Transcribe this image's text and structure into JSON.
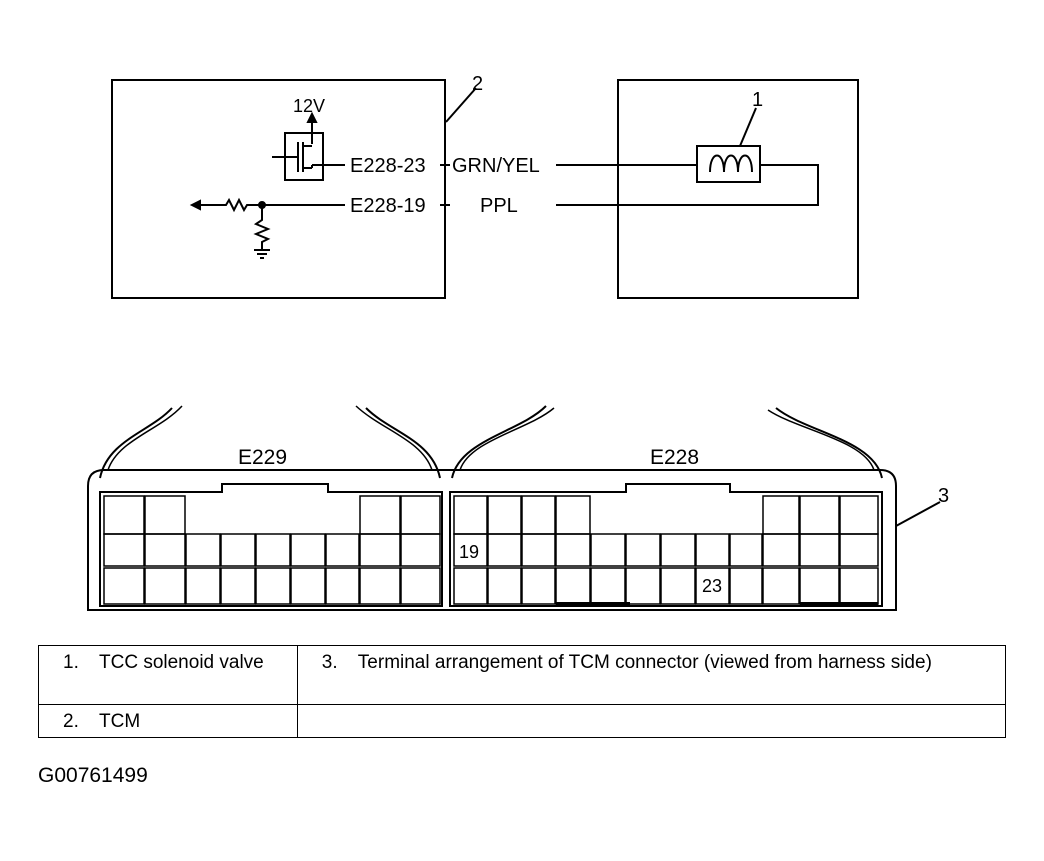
{
  "schematic": {
    "supply_label": "12V",
    "pin_grn": "E228-23",
    "pin_ppl": "E228-19",
    "wire_grn": "GRN/YEL",
    "wire_ppl": "PPL",
    "callout_tcm": "2",
    "callout_valve": "1"
  },
  "connector": {
    "left_name": "E229",
    "right_name": "E228",
    "callout": "3",
    "pin_19_label": "19",
    "pin_23_label": "23"
  },
  "legend": {
    "items": [
      {
        "num": "1.",
        "text": "TCC solenoid valve"
      },
      {
        "num": "3.",
        "text": "Terminal arrangement of TCM connector (viewed from harness side)"
      },
      {
        "num": "2.",
        "text": "TCM"
      }
    ]
  },
  "figure_code": "G00761499"
}
